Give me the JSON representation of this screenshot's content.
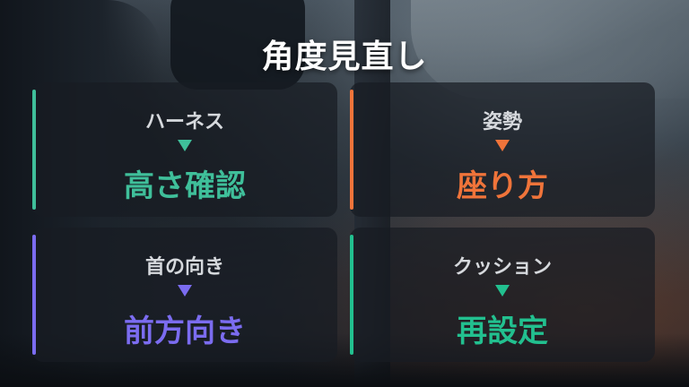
{
  "title": "角度見直し",
  "colors": {
    "teal": "#3fbf9a",
    "orange": "#f0743a",
    "purple": "#7b6cf0",
    "green": "#22c08f"
  },
  "cards": [
    {
      "label": "ハーネス",
      "arrow_icon": "down-triangle-icon",
      "action": "高さ確認",
      "accent": "#3fbf9a"
    },
    {
      "label": "姿勢",
      "arrow_icon": "down-triangle-icon",
      "action": "座り方",
      "accent": "#f0743a"
    },
    {
      "label": "首の向き",
      "arrow_icon": "down-triangle-icon",
      "action": "前方向き",
      "accent": "#7b6cf0"
    },
    {
      "label": "クッション",
      "arrow_icon": "down-triangle-icon",
      "action": "再設定",
      "accent": "#22c08f"
    }
  ]
}
